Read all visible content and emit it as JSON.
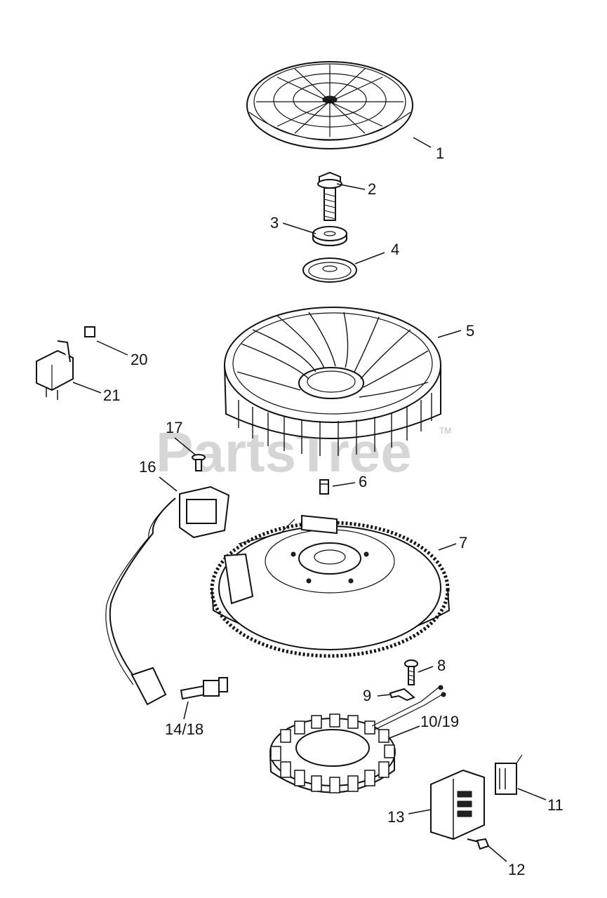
{
  "watermark": {
    "text": "PartsTree",
    "trademark": "TM"
  },
  "callouts": [
    {
      "id": "1",
      "label": "1"
    },
    {
      "id": "2",
      "label": "2"
    },
    {
      "id": "3",
      "label": "3"
    },
    {
      "id": "4",
      "label": "4"
    },
    {
      "id": "5",
      "label": "5"
    },
    {
      "id": "6",
      "label": "6"
    },
    {
      "id": "7",
      "label": "7"
    },
    {
      "id": "8",
      "label": "8"
    },
    {
      "id": "9",
      "label": "9"
    },
    {
      "id": "10_19",
      "label": "10/19"
    },
    {
      "id": "11",
      "label": "11"
    },
    {
      "id": "12",
      "label": "12"
    },
    {
      "id": "13",
      "label": "13"
    },
    {
      "id": "14_18",
      "label": "14/18"
    },
    {
      "id": "16",
      "label": "16"
    },
    {
      "id": "17",
      "label": "17"
    },
    {
      "id": "20",
      "label": "20"
    },
    {
      "id": "21",
      "label": "21"
    }
  ]
}
